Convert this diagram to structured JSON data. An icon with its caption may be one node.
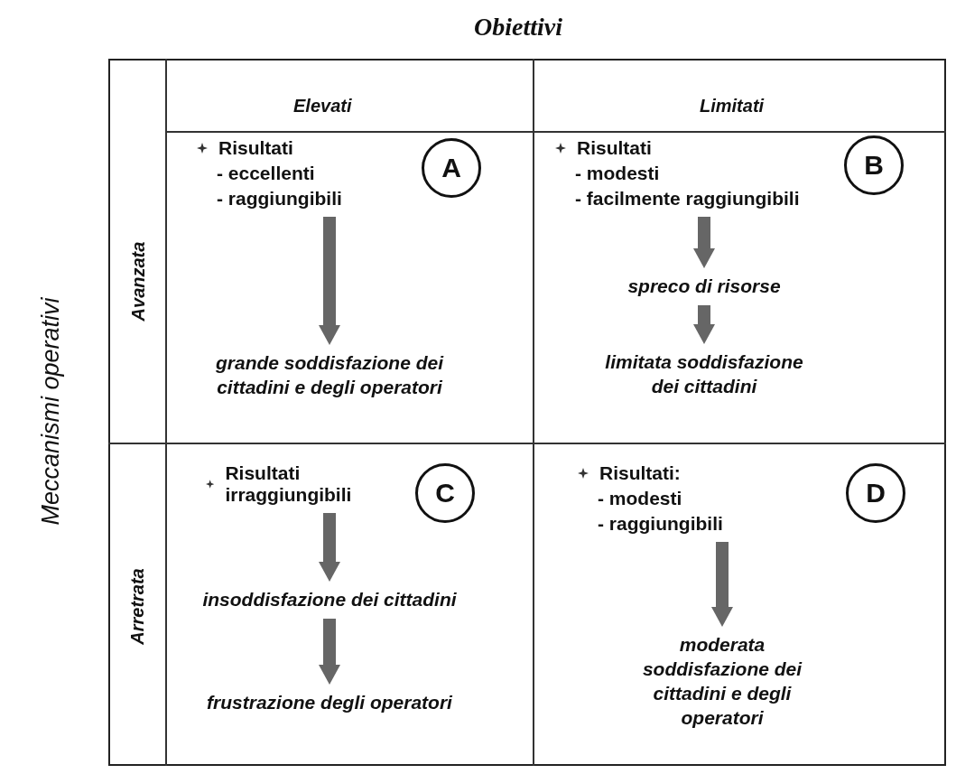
{
  "diagram": {
    "nodes": [
      {
        "text": [
          "Risultati",
          "- eccellenti",
          "- raggiungibili"
        ]
      },
      {
        "text": [
          "A"
        ]
      },
      {
        "text": [
          "grande soddisfazione dei cittadini e degli operatori"
        ]
      },
      {
        "text": [
          "Risultati",
          "- modesti",
          "- facilmente raggiungibili"
        ]
      },
      {
        "text": [
          "B"
        ]
      },
      {
        "text": [
          "spreco di risorse"
        ]
      },
      {
        "text": [
          "limitata soddisfazione dei cittadini"
        ]
      },
      {
        "text": [
          "Risultati irraggiungibili"
        ]
      },
      {
        "text": [
          "C"
        ]
      },
      {
        "text": [
          "insoddisfazione dei cittadini"
        ]
      },
      {
        "text": [
          "frustrazione degli operatori"
        ]
      },
      {
        "text": [
          "Risultati:",
          "- modesti",
          "- raggiungibili"
        ]
      },
      {
        "text": [
          "D"
        ]
      },
      {
        "text": [
          "moderata soddisfazione dei cittadini e degli operatori"
        ]
      }
    ],
    "edges": [
      {
        "from": 0,
        "to": 2,
        "arrow": "to"
      },
      {
        "from": 3,
        "to": 5,
        "arrow": "to"
      },
      {
        "from": 5,
        "to": 6,
        "arrow": "to"
      },
      {
        "from": 7,
        "to": 9,
        "arrow": "to"
      },
      {
        "from": 9,
        "to": 10,
        "arrow": "to"
      },
      {
        "from": 11,
        "to": 13,
        "arrow": "to"
      }
    ],
    "labels": [
      "Obiettivi",
      "Meccanismi operativi",
      "Elevati",
      "Limitati",
      "Avanzata",
      "Arretrata"
    ]
  }
}
